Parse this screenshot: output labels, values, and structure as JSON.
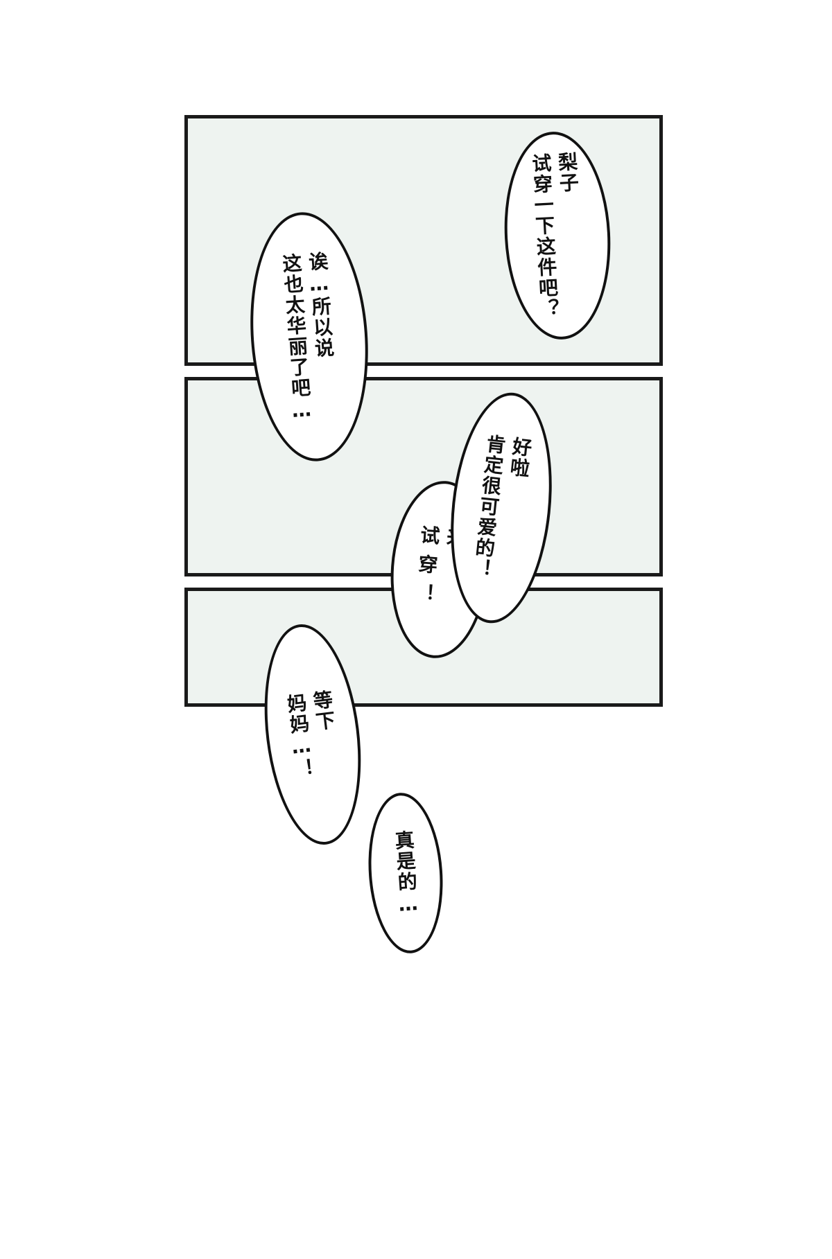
{
  "panels": [
    {
      "name": "panel-1"
    },
    {
      "name": "panel-2"
    },
    {
      "name": "panel-3"
    }
  ],
  "bubbles": {
    "riko": [
      "梨子",
      "试穿一下这件吧？"
    ],
    "ei": [
      "诶…所以说",
      "这也太华丽了吧…"
    ],
    "hao": [
      "好啦",
      "肯定很可爱的！"
    ],
    "lai": [
      "来",
      "试穿！"
    ],
    "deng": [
      "等下",
      "妈妈…！"
    ],
    "zhen": [
      "真是的…"
    ]
  }
}
